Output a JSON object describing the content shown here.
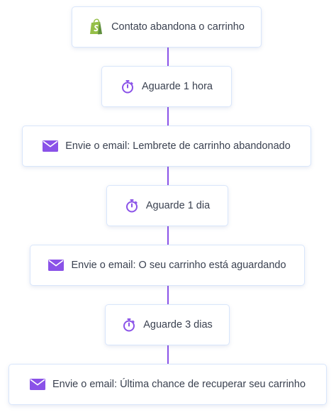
{
  "steps": [
    {
      "icon": "shopify-bag-icon",
      "label": "Contato abandona o carrinho"
    },
    {
      "icon": "stopwatch-icon",
      "label": "Aguarde 1 hora"
    },
    {
      "icon": "envelope-icon",
      "label": "Envie o email: Lembrete de carrinho abandonado"
    },
    {
      "icon": "stopwatch-icon",
      "label": "Aguarde 1 dia"
    },
    {
      "icon": "envelope-icon",
      "label": "Envie o email: O seu carrinho está aguardando"
    },
    {
      "icon": "stopwatch-icon",
      "label": "Aguarde 3 dias"
    },
    {
      "icon": "envelope-icon",
      "label": "Envie o email: Última chance de recuperar seu carrinho"
    }
  ],
  "colors": {
    "accent": "#8a52e8",
    "shopify_green": "#95bf47",
    "border": "#d9e6fb",
    "text": "#3a4150"
  }
}
